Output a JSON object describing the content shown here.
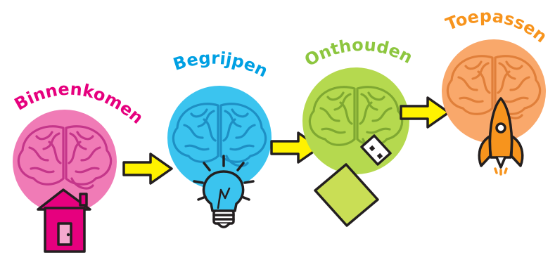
{
  "steps": [
    {
      "label": "Binnenkomen",
      "color": "#E6007E",
      "circle_color": "#F07BB6",
      "brain_color": "#C4368A",
      "icon": "house-icon"
    },
    {
      "label": "Begrijpen",
      "color": "#00A0E3",
      "circle_color": "#3BC4EF",
      "brain_color": "#1E8FC4",
      "icon": "lightbulb-icon"
    },
    {
      "label": "Onthouden",
      "color": "#8DC63F",
      "circle_color": "#B5D94F",
      "brain_color": "#7FA832",
      "icon": "usb-stick-icon"
    },
    {
      "label": "Toepassen",
      "color": "#F7941D",
      "circle_color": "#F9A86B",
      "brain_color": "#E07F3A",
      "icon": "rocket-icon"
    }
  ],
  "arrow_color": "#FFF200",
  "outline_color": "#231F20"
}
